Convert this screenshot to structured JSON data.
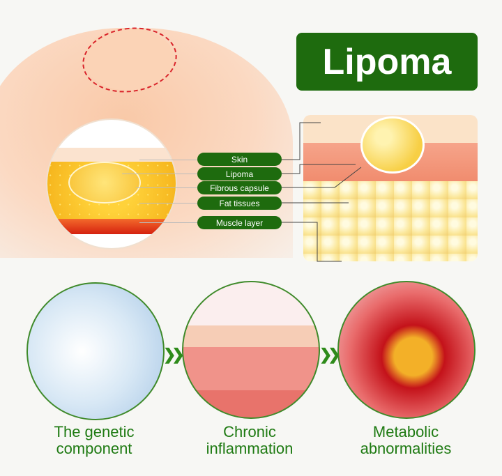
{
  "title": "Lipoma",
  "labels": [
    "Skin",
    "Lipoma",
    "Fibrous capsule",
    "Fat tissues",
    "Muscle layer"
  ],
  "causes": [
    {
      "line1": "The genetic",
      "line2": "component"
    },
    {
      "line1": "Chronic",
      "line2": "inflammation"
    },
    {
      "line1": "Metabolic",
      "line2": "abnormalities"
    }
  ],
  "colors": {
    "accent": "#1e6b0e",
    "caption": "#1e7a12",
    "arrow": "#2e8b1a"
  }
}
